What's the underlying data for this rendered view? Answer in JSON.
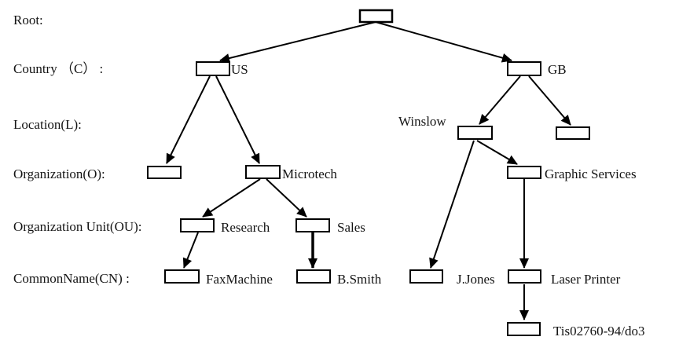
{
  "levels": {
    "root": "Root:",
    "country": "Country （C） :",
    "location": "Location(L):",
    "organization": "Organization(O):",
    "organization_unit": "Organization Unit(OU):",
    "common_name": "CommonName(CN) :"
  },
  "nodes": {
    "us": "US",
    "gb": "GB",
    "winslow": "Winslow",
    "microtech": "Microtech",
    "graphic_services": "Graphic Services",
    "research": "Research",
    "sales": "Sales",
    "fax_machine": "FaxMachine",
    "b_smith": "B.Smith",
    "j_jones": "J.Jones",
    "laser_printer": "Laser Printer",
    "document": "Tis02760-94/do3"
  },
  "colors": {
    "line": "#000000",
    "text": "#141414",
    "box_fill": "#ffffff",
    "background": "#ffffff"
  }
}
